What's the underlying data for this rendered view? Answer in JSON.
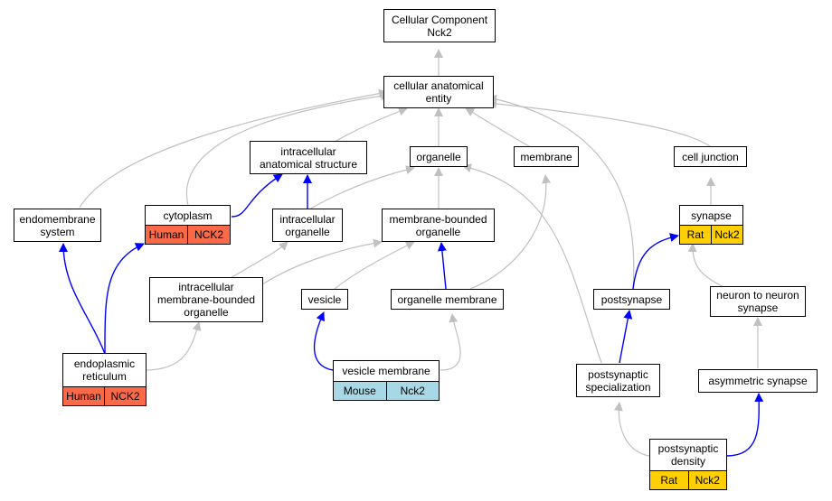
{
  "colors": {
    "human": "#fa6a48",
    "rat": "#fed003",
    "mouse": "#a8d8e6",
    "edge_grey": "#c0c0c0",
    "edge_blue": "#0000ff"
  },
  "nodes": {
    "root": "Cellular Component\nNck2",
    "cae": "cellular anatomical\nentity",
    "ias": "intracellular\nanatomical structure",
    "organelle": "organelle",
    "membrane": "membrane",
    "cell_junction": "cell junction",
    "endomembrane": "endomembrane\nsystem",
    "cytoplasm": "cytoplasm",
    "intracellular_organelle": "intracellular\norganelle",
    "mbo": "membrane-bounded\norganelle",
    "synapse": "synapse",
    "imbo": "intracellular\nmembrane-bounded\norganelle",
    "vesicle": "vesicle",
    "organelle_membrane": "organelle membrane",
    "postsynapse": "postsynapse",
    "n2n": "neuron to neuron\nsynapse",
    "er": "endoplasmic\nreticulum",
    "vesicle_membrane": "vesicle membrane",
    "ps_spec": "postsynaptic\nspecialization",
    "asym": "asymmetric synapse",
    "psd": "postsynaptic\ndensity"
  },
  "annotations": {
    "cytoplasm": [
      "Human",
      "NCK2"
    ],
    "er": [
      "Human",
      "NCK2"
    ],
    "vesicle_membrane": [
      "Mouse",
      "Nck2"
    ],
    "synapse": [
      "Rat",
      "Nck2"
    ],
    "psd": [
      "Rat",
      "Nck2"
    ]
  }
}
